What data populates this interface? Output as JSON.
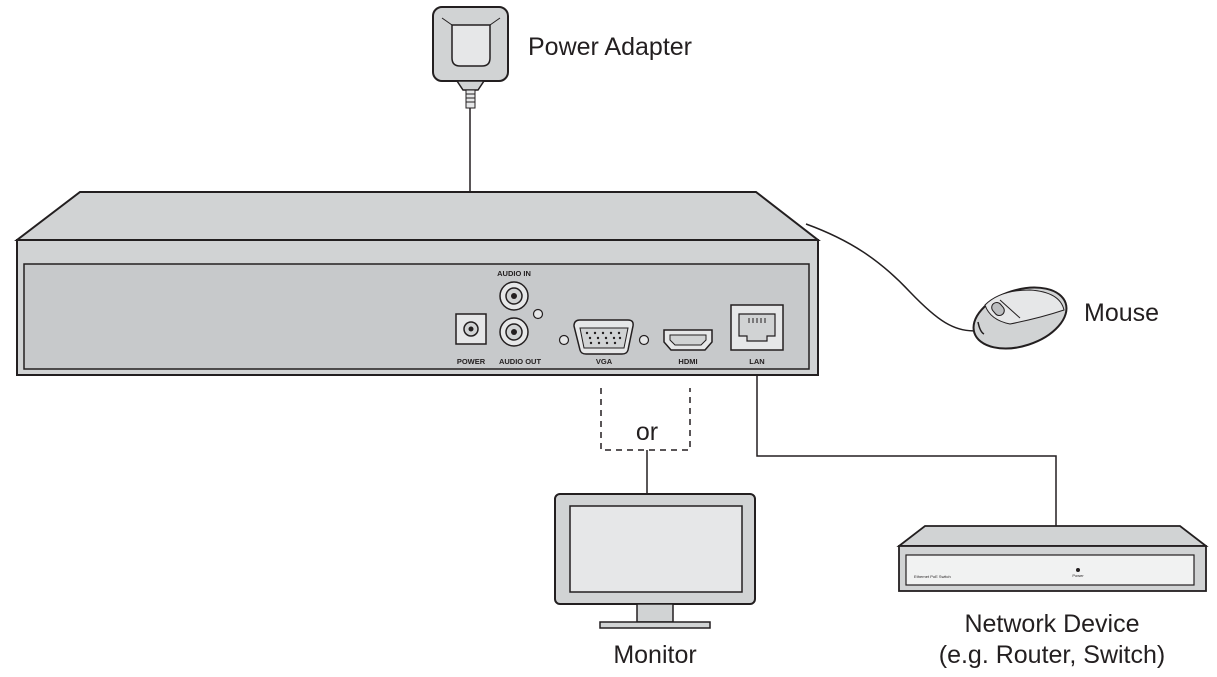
{
  "labels": {
    "power_adapter": "Power Adapter",
    "mouse": "Mouse",
    "or": "or",
    "monitor": "Monitor",
    "network_device_line1": "Network Device",
    "network_device_line2": "(e.g. Router, Switch)"
  },
  "ports": {
    "power": "POWER",
    "audio_in": "AUDIO IN",
    "audio_out": "AUDIO OUT",
    "vga": "VGA",
    "hdmi": "HDMI",
    "lan": "LAN"
  },
  "switch_panel": {
    "name": "Ethernet PoE Switch",
    "led": "Power"
  },
  "colors": {
    "device_fill": "#d1d3d4",
    "device_face": "#c7c9cb",
    "stroke": "#231f20",
    "panel_fill": "#f1f2f2"
  }
}
